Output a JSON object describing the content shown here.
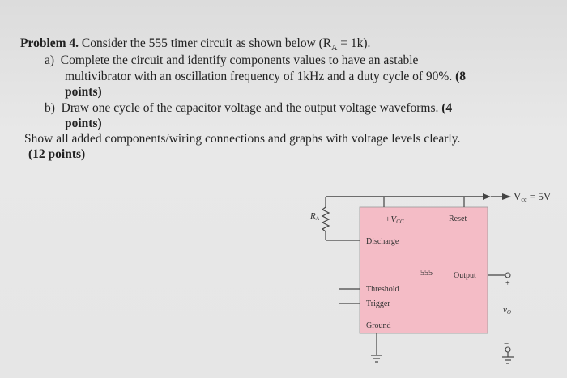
{
  "problem": {
    "label": "Problem 4.",
    "intro": "Consider the 555 timer circuit as shown below (R",
    "intro_sub": "A",
    "intro_end": " = 1k).",
    "part_a_marker": "a)",
    "part_a_line1": "Complete the circuit and identify components values to have an astable",
    "part_a_line2a": "multivibrator with an oscillation frequency of 1kHz and a duty cycle of 90%.",
    "part_a_points1": "(8",
    "part_a_points2": "points)",
    "part_b_marker": "b)",
    "part_b_line1": "Draw one cycle of the capacitor voltage and the output voltage waveforms.",
    "part_b_points1": "(4",
    "part_b_points2": "points)",
    "footer_line1": "Show all added components/wiring connections and graphs with voltage levels clearly.",
    "footer_line2": "(12 points)"
  },
  "circuit": {
    "vcc_label": "V",
    "vcc_sub": "cc",
    "vcc_value": " = 5V",
    "resistor_label": "R",
    "resistor_sub": "A",
    "chip_vcc_pin": "+V",
    "chip_vcc_sub": "CC",
    "reset_pin": "Reset",
    "discharge_pin": "Discharge",
    "chip_name": "555",
    "output_pin": "Output",
    "threshold_pin": "Threshold",
    "trigger_pin": "Trigger",
    "ground_pin": "Ground",
    "plus_sign": "+",
    "minus_sign": "−",
    "vo_label": "v",
    "vo_sub": "O"
  },
  "colors": {
    "chip_fill": "#f4bcc6",
    "wire": "#444444",
    "text": "#222222"
  }
}
